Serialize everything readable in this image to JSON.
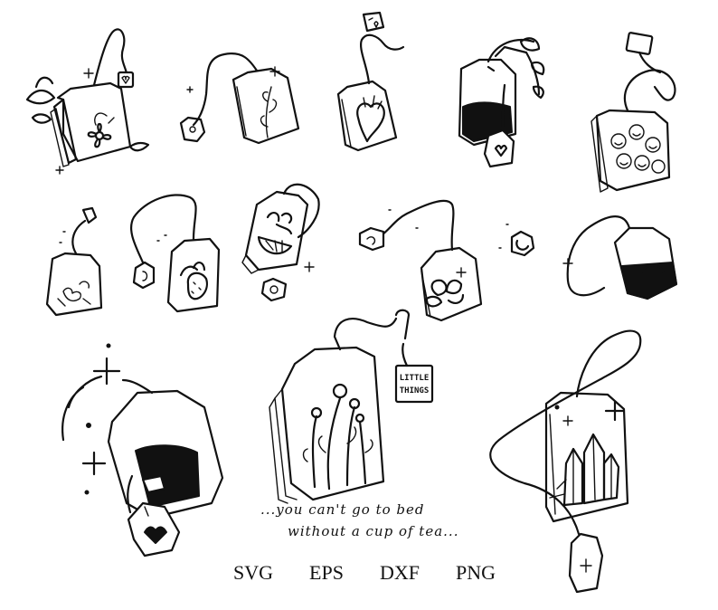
{
  "quote": {
    "line1": "...you can't go to bed",
    "line2": "without a cup of tea..."
  },
  "tag_text": {
    "line1": "LITTLE",
    "line2": "THINGS"
  },
  "formats": [
    "SVG",
    "EPS",
    "DXF",
    "PNG"
  ]
}
